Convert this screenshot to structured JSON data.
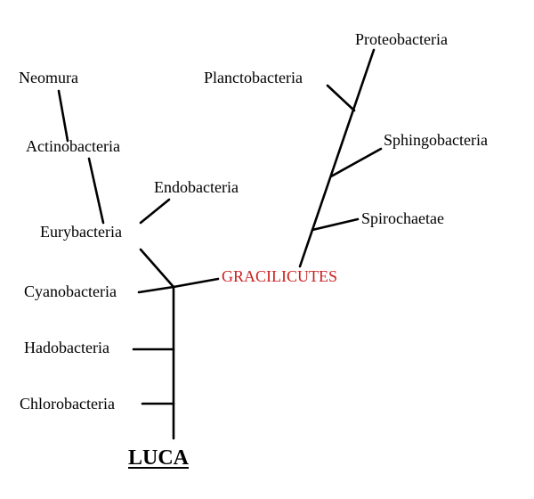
{
  "tree": {
    "root_label": "LUCA",
    "gracilicutes_label": "GRACILICUTES",
    "gracilicutes_color": "#cc1f1f",
    "line_color": "#000000",
    "labels": {
      "neomura": "Neomura",
      "actinobacteria": "Actinobacteria",
      "endobacteria": "Endobacteria",
      "eurybacteria": "Eurybacteria",
      "cyanobacteria": "Cyanobacteria",
      "hadobacteria": "Hadobacteria",
      "chlorobacteria": "Chlorobacteria",
      "proteobacteria": "Proteobacteria",
      "planctobacteria": "Planctobacteria",
      "sphingobacteria": "Sphingobacteria",
      "spirochaetae": "Spirochaetae"
    }
  }
}
